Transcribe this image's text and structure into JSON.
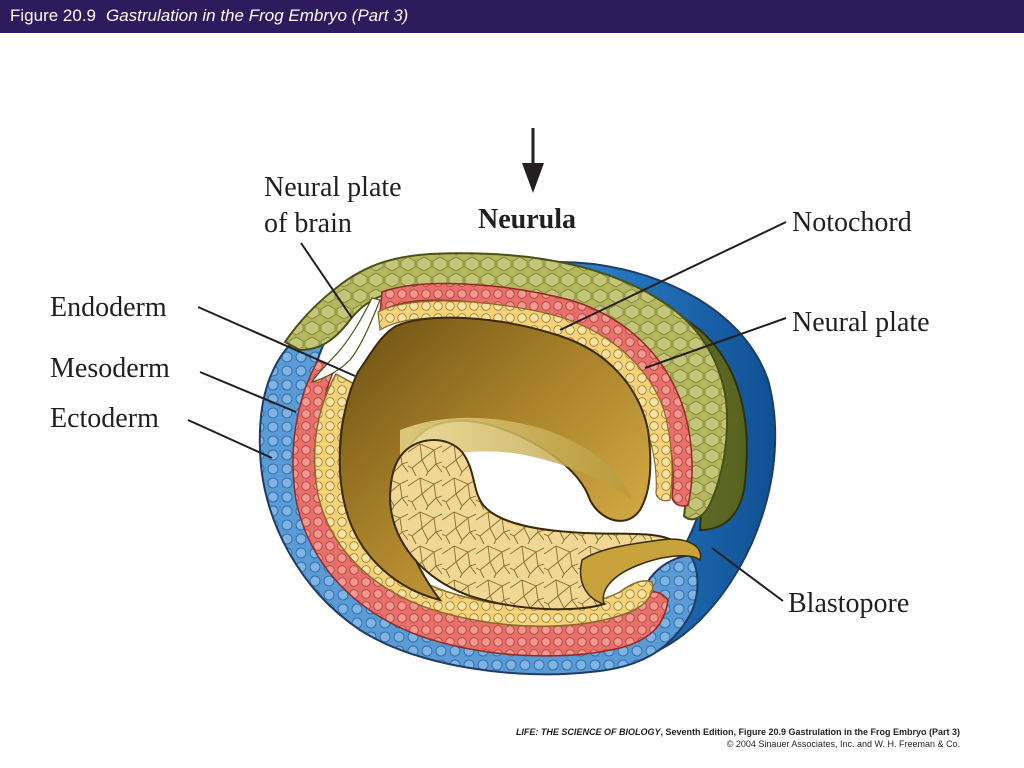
{
  "header": {
    "figure_number": "Figure 20.9",
    "figure_title": "Gastrulation in the Frog Embryo (Part 3)"
  },
  "diagram": {
    "stage_label": "Neurula",
    "labels": {
      "neural_plate_of_brain_line1": "Neural plate",
      "neural_plate_of_brain_line2": "of brain",
      "endoderm": "Endoderm",
      "mesoderm": "Mesoderm",
      "ectoderm": "Ectoderm",
      "notochord": "Notochord",
      "neural_plate": "Neural plate",
      "blastopore": "Blastopore"
    },
    "colors": {
      "ectoderm_blue": "#5b9bd5",
      "outer_blue": "#1f6fb8",
      "mesoderm_red": "#e8706a",
      "endoderm_yellow": "#f3d27a",
      "neural_green": "#a9ad5a",
      "dark_green": "#6e7a2c",
      "cavity_brown": "#8a6a1e"
    }
  },
  "footer": {
    "book_title": "LIFE: THE SCIENCE OF BIOLOGY",
    "edition_and_figure": ", Seventh Edition, Figure 20.9 Gastrulation in the Frog Embryo (Part 3)",
    "copyright": "© 2004 Sinauer Associates, Inc. and W. H. Freeman & Co."
  }
}
